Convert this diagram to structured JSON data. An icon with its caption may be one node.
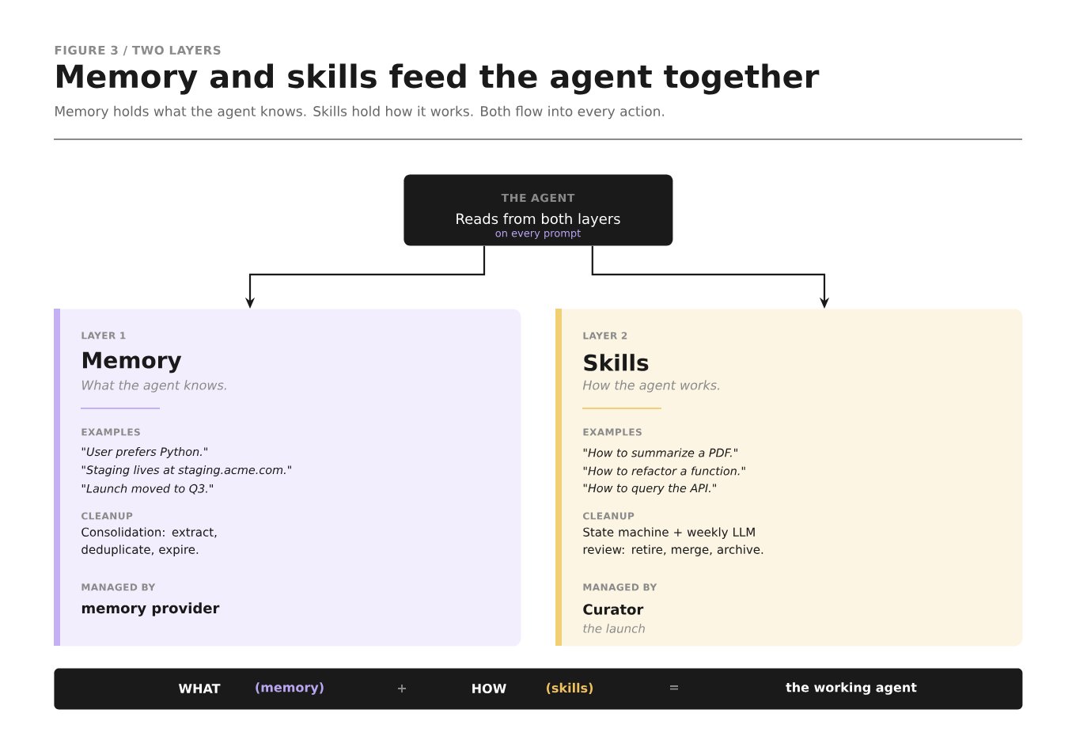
{
  "diagram": {
    "title": "Memory and skills feed the agent together",
    "nodes": [
      {
        "text": [
          "THE AGENT",
          "Reads from both layers",
          "on every prompt"
        ]
      },
      {
        "text": [
          "LAYER 1",
          "Memory",
          "What the agent knows.",
          "EXAMPLES",
          "\"User prefers Python.\"",
          "\"Staging lives at staging.acme.com.\"",
          "\"Launch moved to Q3.\"",
          "CLEANUP",
          "Consolidation: extract, deduplicate, expire.",
          "MANAGED BY",
          "memory provider"
        ]
      },
      {
        "text": [
          "LAYER 2",
          "Skills",
          "How the agent works.",
          "EXAMPLES",
          "\"How to summarize a PDF.\"",
          "\"How to refactor a function.\"",
          "\"How to query the API.\"",
          "CLEANUP",
          "State machine + weekly LLM review: retire, merge, archive.",
          "MANAGED BY",
          "Curator",
          "the launch"
        ]
      },
      {
        "text": [
          "WHAT",
          "(memory)",
          "+",
          "HOW",
          "(skills)",
          "=",
          "the working agent"
        ]
      }
    ],
    "edges": [
      {
        "from": 0,
        "to": 1,
        "arrow": "to"
      },
      {
        "from": 0,
        "to": 2,
        "arrow": "to"
      }
    ],
    "labels": [
      "FIGURE 3 / TWO LAYERS",
      "Memory holds what the agent knows. Skills hold how it works. Both flow into every action."
    ]
  }
}
